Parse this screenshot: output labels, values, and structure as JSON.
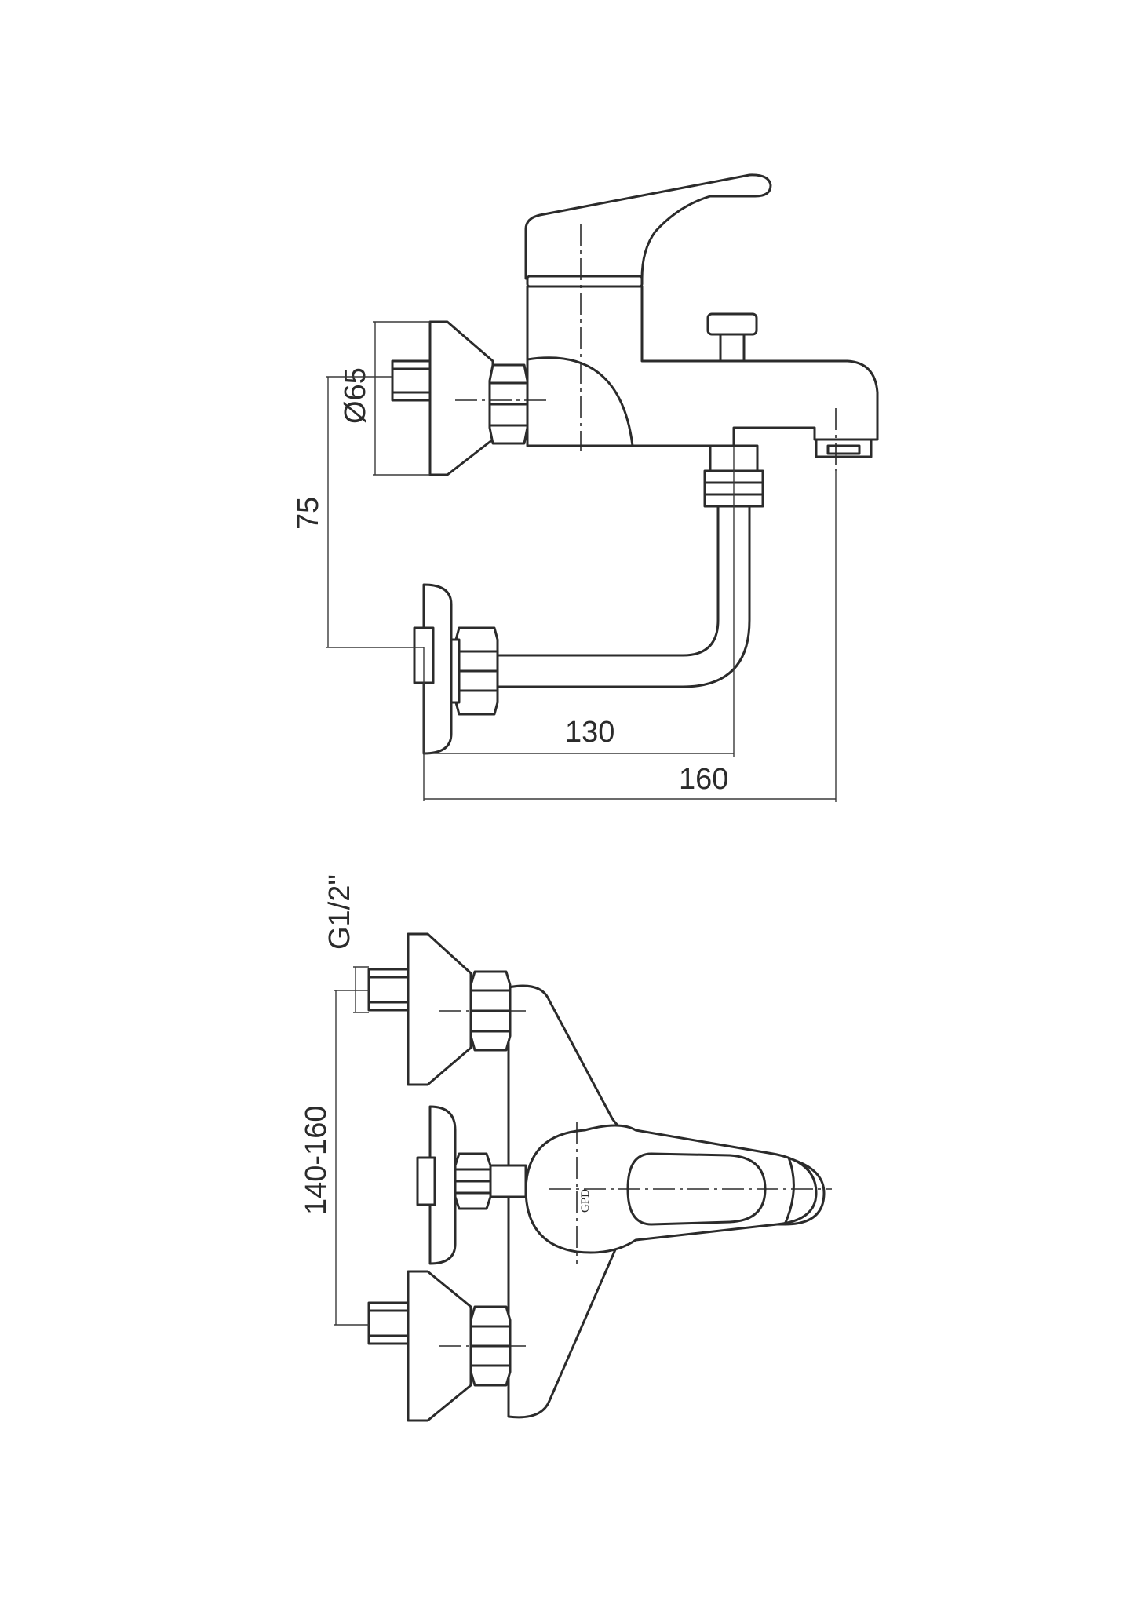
{
  "dimensions": {
    "d65": "Ø65",
    "d75": "75",
    "d130": "130",
    "d160": "160",
    "thread": "G1/2\"",
    "spacing": "140-160"
  },
  "logo": "GPD"
}
